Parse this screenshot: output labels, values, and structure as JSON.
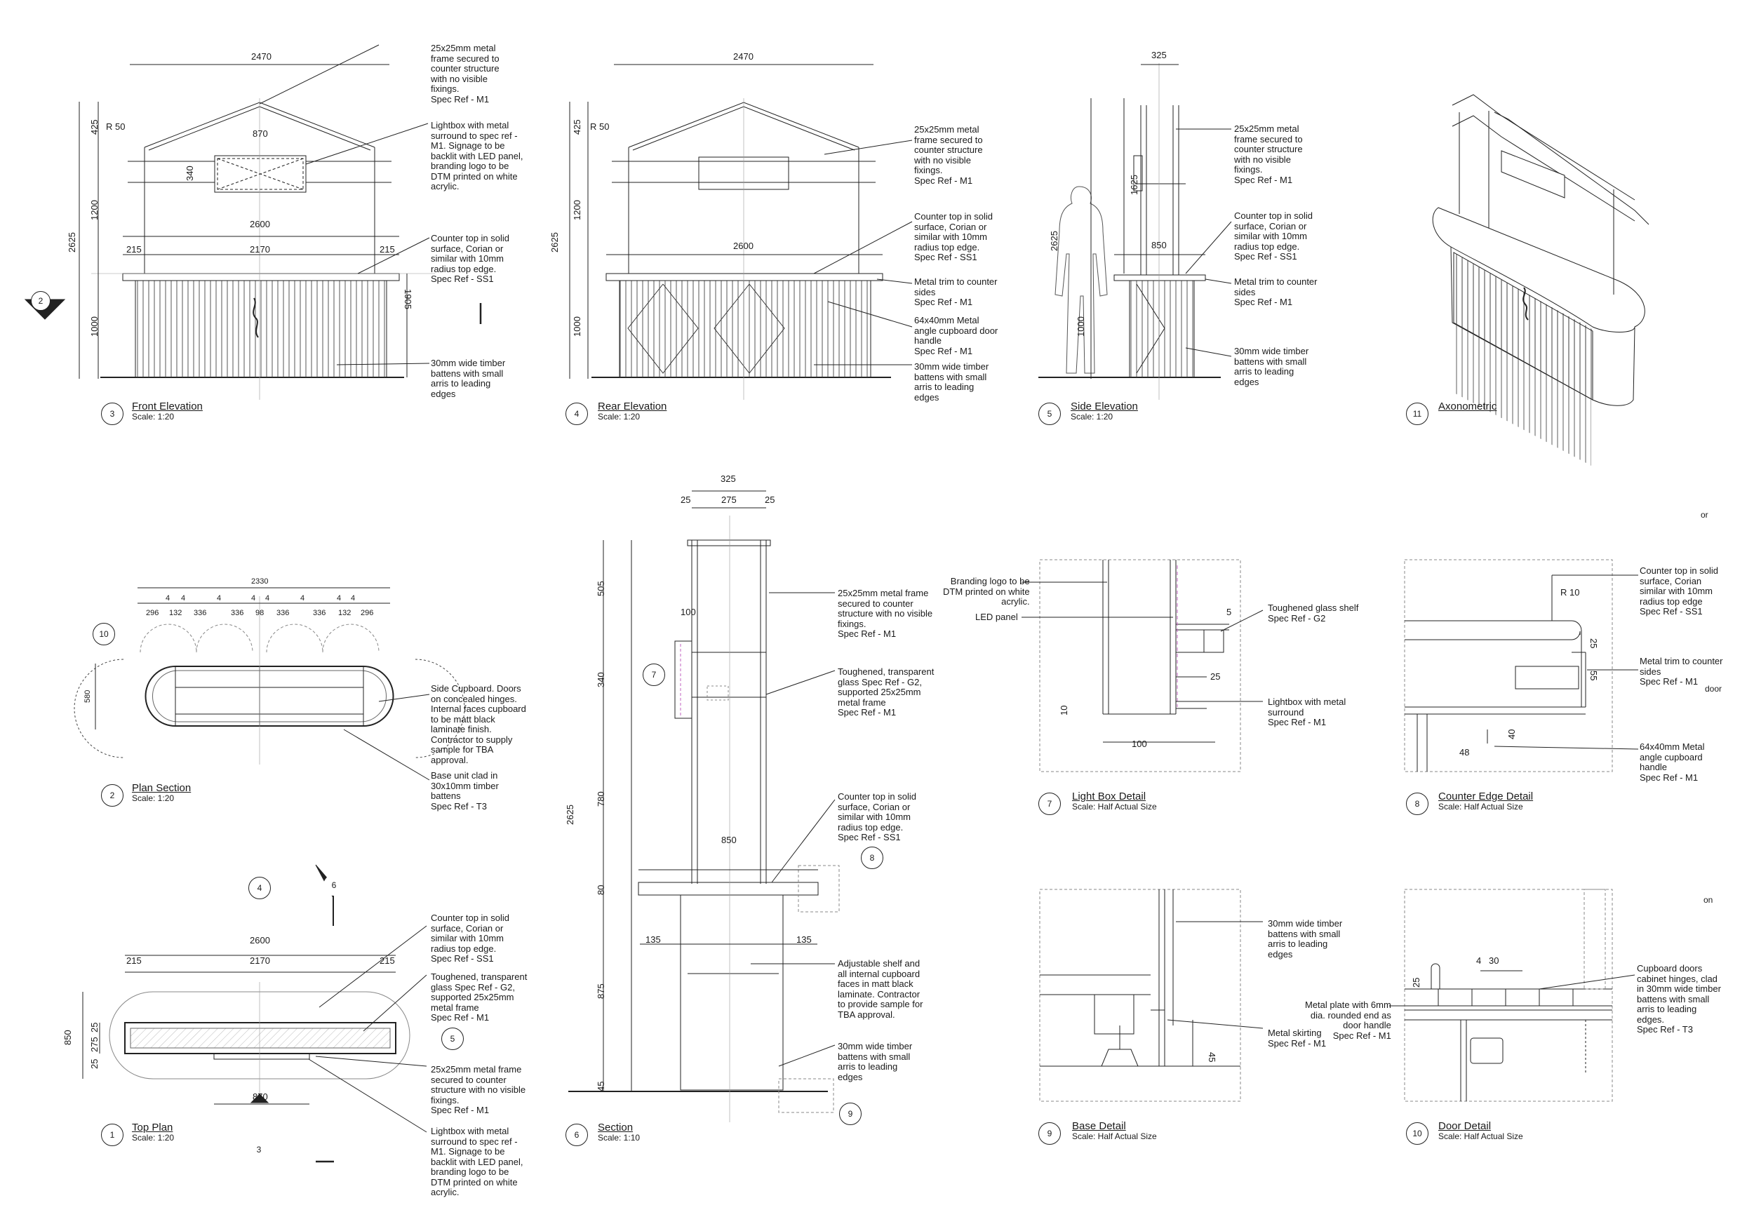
{
  "views": {
    "v3": {
      "num": "3",
      "title": "Front Elevation",
      "scale": "Scale: 1:20"
    },
    "v4": {
      "num": "4",
      "title": "Rear Elevation",
      "scale": "Scale: 1:20"
    },
    "v5": {
      "num": "5",
      "title": "Side Elevation",
      "scale": "Scale: 1:20"
    },
    "v11": {
      "num": "11",
      "title": "Axonometric"
    },
    "v2": {
      "num": "2",
      "title": "Plan Section",
      "scale": "Scale: 1:20"
    },
    "v1": {
      "num": "1",
      "title": "Top Plan",
      "scale": "Scale: 1:20"
    },
    "v6": {
      "num": "6",
      "title": "Section",
      "scale": "Scale: 1:10"
    },
    "v7": {
      "num": "7",
      "title": "Light Box Detail",
      "scale": "Scale: Half Actual Size"
    },
    "v8": {
      "num": "8",
      "title": "Counter Edge Detail",
      "scale": "Scale: Half Actual Size"
    },
    "v9": {
      "num": "9",
      "title": "Base Detail",
      "scale": "Scale: Half Actual Size"
    },
    "v10": {
      "num": "10",
      "title": "Door Detail",
      "scale": "Scale: Half Actual Size"
    }
  },
  "refs": {
    "r2": "2",
    "r4": "4",
    "r6": "6",
    "r5": "5",
    "r3": "3",
    "r10": "10",
    "r7": "7",
    "r8": "8",
    "r9": "9"
  },
  "loose": {
    "or": "or",
    "door": "door",
    "on": "on"
  },
  "front": {
    "d2470": "2470",
    "d425": "425",
    "dR50": "R 50",
    "d870": "870",
    "d340": "340",
    "d1200": "1200",
    "d2625": "2625",
    "d2600": "2600",
    "d215a": "215",
    "d2170": "2170",
    "d215b": "215",
    "d1905": "1905",
    "d1000": "1000",
    "n1": "25x25mm metal\nframe secured to\ncounter structure\nwith no visible\nfixings.\nSpec Ref - M1",
    "n2": "Lightbox with metal\nsurround to spec ref -\nM1. Signage to be\nbacklit with LED panel,\nbranding logo to be\nDTM printed on white\nacrylic.",
    "n3": "Counter top in solid\nsurface, Corian or\nsimilar with 10mm\nradius top edge.\nSpec Ref - SS1",
    "n4": "30mm wide timber\nbattens with small\narris to leading\nedges"
  },
  "rear": {
    "d2470": "2470",
    "d425": "425",
    "dR50": "R 50",
    "d1200": "1200",
    "d2625": "2625",
    "d2600": "2600",
    "d1000": "1000",
    "n1": "25x25mm metal\nframe secured to\ncounter structure\nwith no visible\nfixings.\nSpec Ref - M1",
    "n2": "Counter top in solid\nsurface, Corian or\nsimilar with 10mm\nradius top edge.\nSpec Ref - SS1",
    "n3": "Metal trim to counter\nsides\nSpec Ref - M1",
    "n4": "64x40mm Metal\nangle cupboard door\nhandle\nSpec Ref - M1",
    "n5": "30mm wide timber\nbattens with small\narris to leading\nedges"
  },
  "side": {
    "d325": "325",
    "d1625": "1625",
    "d2625": "2625",
    "d850": "850",
    "d1000": "1000",
    "n1": "25x25mm metal\nframe secured to\ncounter structure\nwith no visible\nfixings.\nSpec Ref - M1",
    "n2": "Counter top in solid\nsurface, Corian or\nsimilar with 10mm\nradius top edge.\nSpec Ref - SS1",
    "n3": "Metal trim to counter\nsides\nSpec Ref - M1",
    "n4": "30mm wide timber\nbattens with small\narris to leading\nedges"
  },
  "plan": {
    "d2330": "2330",
    "d4s": [
      "4",
      "4",
      "4",
      "4",
      "4",
      "4",
      "4",
      "4"
    ],
    "d296a": "296",
    "d132a": "132",
    "d336a": "336",
    "d336b": "336",
    "d98": "98",
    "d336c": "336",
    "d336d": "336",
    "d132b": "132",
    "d296b": "296",
    "d580": "580",
    "n1": "Side Cupboard. Doors\non concealed hinges.\nInternal faces cupboard\nto be matt black\nlaminate finish.\nContractor to supply\nsample for TBA\napproval.",
    "n2": "Base unit clad in\n30x10mm timber\nbattens\nSpec Ref - T3"
  },
  "top": {
    "d2600": "2600",
    "d215a": "215",
    "d2170": "2170",
    "d215b": "215",
    "d850": "850",
    "d25a": "25",
    "d275": "275",
    "d25b": "25",
    "d870": "870",
    "n1": "Counter top in solid\nsurface, Corian or\nsimilar with 10mm\nradius top edge.\nSpec Ref - SS1",
    "n2": "Toughened, transparent\nglass Spec Ref - G2,\nsupported 25x25mm\nmetal frame\nSpec Ref - M1",
    "n3": "25x25mm metal frame\nsecured to counter\nstructure with no visible\nfixings.\nSpec Ref - M1",
    "n4": "Lightbox with metal\nsurround to spec ref -\nM1. Signage to be\nbacklit with LED panel,\nbranding logo to be\nDTM printed on white\nacrylic."
  },
  "section": {
    "d325": "325",
    "d25a": "25",
    "d275": "275",
    "d25b": "25",
    "d505": "505",
    "d100": "100",
    "d340": "340",
    "d780": "780",
    "d2625": "2625",
    "d850": "850",
    "d80": "80",
    "d135a": "135",
    "d135b": "135",
    "d875": "875",
    "d45": "45",
    "n1": "25x25mm metal frame\nsecured to counter\nstructure with no visible\nfixings.\nSpec Ref - M1",
    "n2": "Toughened, transparent\nglass Spec Ref - G2,\nsupported 25x25mm\nmetal frame\nSpec Ref - M1",
    "n3": "Counter top in solid\nsurface, Corian or\nsimilar with 10mm\nradius top edge.\nSpec Ref - SS1",
    "n4": "Adjustable shelf and\nall internal cupboard\nfaces in matt black\nlaminate. Contractor\nto provide sample for\nTBA approval.",
    "n5": "30mm wide timber\nbattens with small\narris to leading\nedges"
  },
  "lightbox": {
    "d5": "5",
    "d25": "25",
    "d10": "10",
    "d100": "100",
    "n1": "Branding logo to be\nDTM printed on white\nacrylic.",
    "n2": "LED panel",
    "n3": "Toughened glass shelf\nSpec Ref - G2",
    "n4": "Lightbox with metal\nsurround\nSpec Ref - M1"
  },
  "edge": {
    "dR10": "R 10",
    "d25": "25",
    "d55": "55",
    "d40": "40",
    "d48": "48",
    "n1": "Counter top in solid\nsurface, Corian\nsimilar with 10mm\nradius top edge\nSpec Ref - SS1",
    "n2": "Metal trim to counter\nsides\nSpec Ref - M1",
    "n3": "64x40mm Metal\nangle cupboard\nhandle\nSpec Ref - M1"
  },
  "base": {
    "d45": "45",
    "n1": "30mm wide timber\nbattens with small\narris to leading\nedges",
    "n2": "Metal skirting\nSpec Ref - M1"
  },
  "door": {
    "d25": "25",
    "d4": "4",
    "d30": "30",
    "n1": "Cupboard doors\ncabinet hinges, clad\nin 30mm wide timber\nbattens with small\narris to leading\nedges.\nSpec Ref - T3",
    "n2": "Metal plate with 6mm\ndia. rounded end as\ndoor handle\nSpec Ref - M1"
  }
}
